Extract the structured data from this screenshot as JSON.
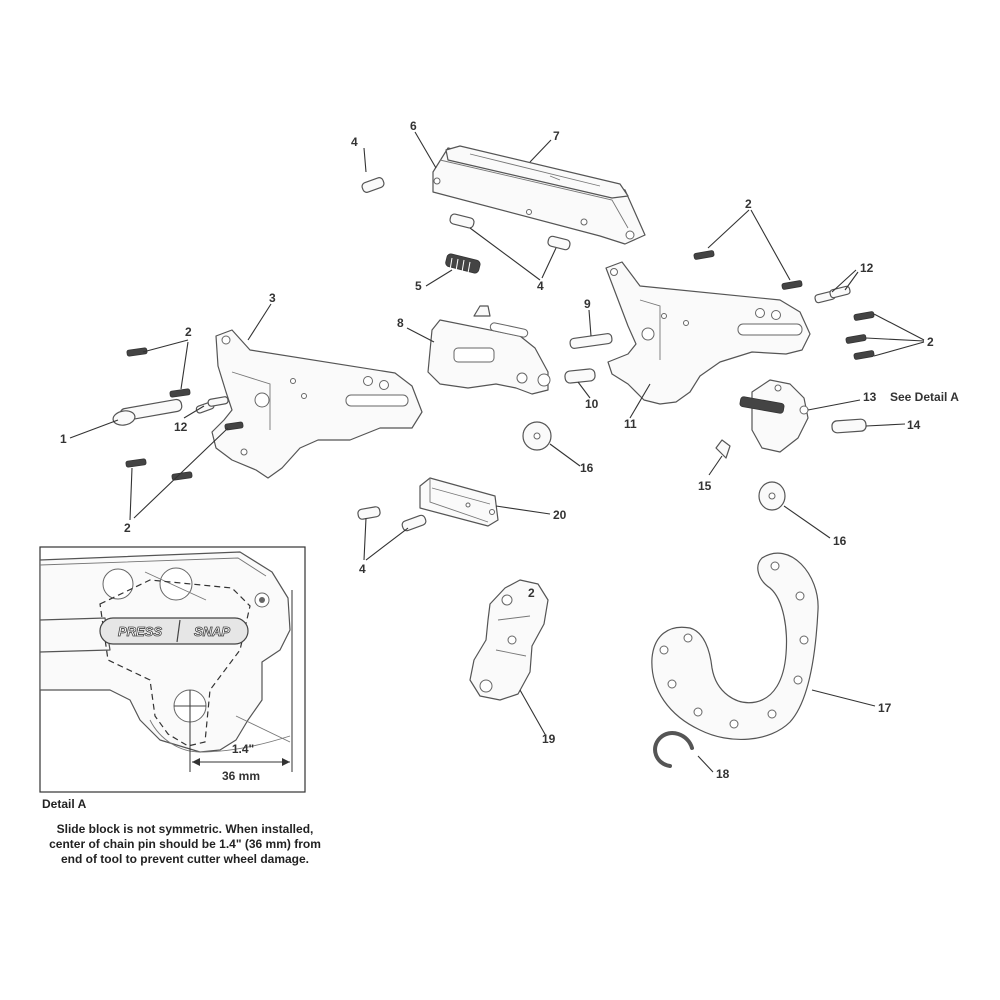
{
  "labels": {
    "p1": "1",
    "p2": "2",
    "p3": "3",
    "p4": "4",
    "p5": "5",
    "p6": "6",
    "p7": "7",
    "p8": "8",
    "p9": "9",
    "p10": "10",
    "p11": "11",
    "p12": "12",
    "p13": "13",
    "p14": "14",
    "p15": "15",
    "p16": "16",
    "p17": "17",
    "p18": "18",
    "p19": "19",
    "p20": "20",
    "see_detail": "See Detail A"
  },
  "detail": {
    "badge_left": "PRESS",
    "badge_right": "SNAP",
    "dim_inch": "1.4\"",
    "dim_mm": "36 mm",
    "title": "Detail A",
    "caption": "Slide block is not symmetric. When installed, center of chain pin should be 1.4\" (36 mm) from end of tool to prevent cutter wheel damage."
  }
}
